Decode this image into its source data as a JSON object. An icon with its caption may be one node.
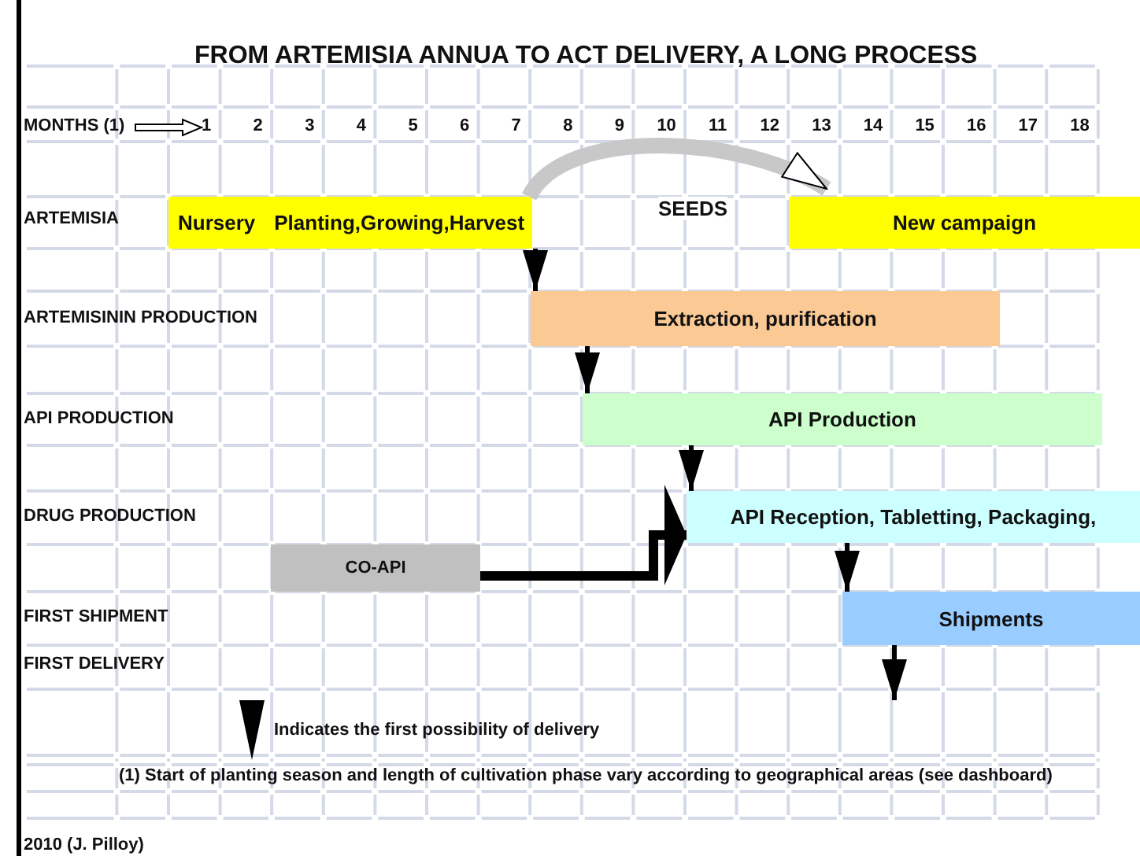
{
  "diagram": {
    "title": "FROM ARTEMISIA ANNUA TO ACT DELIVERY, A LONG PROCESS",
    "nodes": [
      {
        "text": [
          "Nursery",
          "Planting,Growing,Harvest"
        ]
      },
      {
        "text": [
          "New campaign"
        ]
      },
      {
        "text": [
          "Extraction, purification"
        ]
      },
      {
        "text": [
          "API Production"
        ]
      },
      {
        "text": [
          "API Reception, Tabletting, Packaging,"
        ]
      },
      {
        "text": [
          "CO-API"
        ]
      },
      {
        "text": [
          "Shipments"
        ]
      }
    ],
    "edges": [
      {
        "from": 0,
        "to": 1,
        "arrow": "to",
        "label": "SEEDS",
        "style": "thick",
        "color": "#c8c8c8"
      },
      {
        "from": 0,
        "to": 2,
        "arrow": "to"
      },
      {
        "from": 2,
        "to": 3,
        "arrow": "to"
      },
      {
        "from": 3,
        "to": 4,
        "arrow": "to"
      },
      {
        "from": 4,
        "to": 6,
        "arrow": "to"
      },
      {
        "from": 6,
        "to": null,
        "arrow": "to"
      },
      {
        "from": 5,
        "to": 4,
        "arrow": "to",
        "style": "thick"
      }
    ],
    "labels": [
      "MONTHS (1)",
      "1",
      "2",
      "3",
      "4",
      "5",
      "6",
      "7",
      "8",
      "9",
      "10",
      "11",
      "12",
      "13",
      "14",
      "15",
      "16",
      "17",
      "18",
      "ARTEMISIA",
      "ARTEMISININ PRODUCTION",
      "API PRODUCTION",
      "DRUG PRODUCTION",
      "FIRST SHIPMENT",
      "FIRST DELIVERY",
      "(1) Start of planting season and length of cultivation phase vary according to geographical areas (see dashboard)",
      "2010 (J. Pilloy)"
    ],
    "legend": [
      {
        "text": "Indicates the first possibility of delivery"
      }
    ]
  }
}
